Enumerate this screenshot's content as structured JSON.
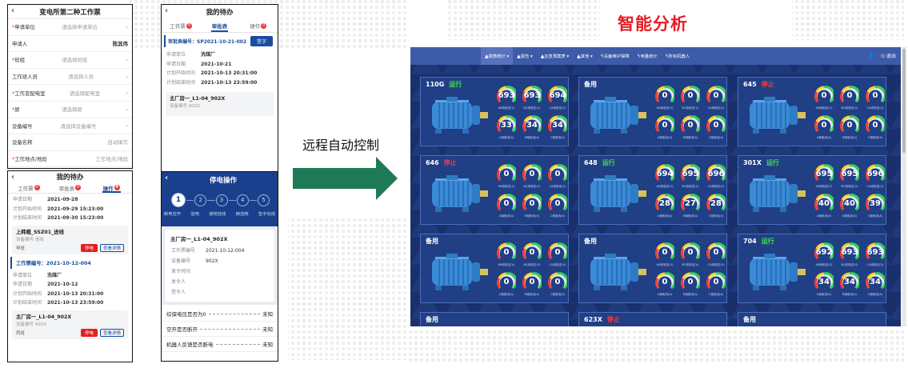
{
  "page": {
    "arrow_label": "远程自动控制",
    "dashboard_title": "智能分析"
  },
  "form": {
    "title": "变电所第二种工作票",
    "fields": [
      {
        "label": "申请单位",
        "value": "请选择申请单位",
        "required": true,
        "arrow": true,
        "dark": false
      },
      {
        "label": "申请人",
        "value": "陈其伟",
        "required": false,
        "arrow": false,
        "dark": true
      },
      {
        "label": "班组",
        "value": "请选择班组",
        "required": true,
        "arrow": true,
        "dark": false
      },
      {
        "label": "工作班人员",
        "value": "请选择人员",
        "required": false,
        "arrow": true,
        "dark": false
      },
      {
        "label": "工作变配电室",
        "value": "请选择配电室",
        "required": true,
        "arrow": true,
        "dark": false
      },
      {
        "label": "屏",
        "value": "请选择屏",
        "required": true,
        "arrow": true,
        "dark": false
      },
      {
        "label": "设备编号",
        "value": "请选择设备编号",
        "required": false,
        "arrow": true,
        "dark": false
      },
      {
        "label": "设备名称",
        "value": "自动填写",
        "required": false,
        "arrow": false,
        "dark": false
      },
      {
        "label": "工作地点/地段",
        "value": "工作地点/地段",
        "required": true,
        "arrow": false,
        "dark": false
      }
    ]
  },
  "todo_top": {
    "title": "我的待办",
    "tabs": [
      {
        "label": "工作票",
        "badge": "0",
        "active": false
      },
      {
        "label": "审批表",
        "badge": "",
        "active": true
      },
      {
        "label": "操作",
        "badge": "0",
        "active": false
      }
    ],
    "approval_label": "审批表编号：SP2021-10-21-002",
    "sign_button": "签字",
    "rows": [
      {
        "k": "申请单位",
        "v": "洗煤厂"
      },
      {
        "k": "申请日期",
        "v": "2021-10-21"
      },
      {
        "k": "计划开始时间",
        "v": "2021-10-13 20:31:00"
      },
      {
        "k": "计划结束时间",
        "v": "2021-10-13 23:59:00"
      }
    ],
    "card_name": "主厂房一_L1-04_902X",
    "card_meta": "设备编号     902X"
  },
  "todo_bottom": {
    "title": "我的待办",
    "tabs": [
      {
        "label": "工作票",
        "badge": "0",
        "active": false
      },
      {
        "label": "审批表",
        "badge": "0",
        "active": false
      },
      {
        "label": "操作",
        "badge": "4",
        "active": true
      }
    ],
    "rows_a": [
      {
        "k": "申请日期",
        "v": "2021-09-28"
      },
      {
        "k": "计划开始时间",
        "v": "2021-09-29 15:23:00"
      },
      {
        "k": "计划结束时间",
        "v": "2021-09-30 15:23:00"
      }
    ],
    "card_a": {
      "name": "上韩载_SSZ01_进线",
      "meta": "设备编号     进线",
      "who": "甲班",
      "btn1": "停电",
      "btn2": "查看详情"
    },
    "ticket_label": "工作票编号：2021-10-12-004",
    "rows_b": [
      {
        "k": "申请单位",
        "v": "洗煤厂"
      },
      {
        "k": "申请日期",
        "v": "2021-10-12"
      },
      {
        "k": "计划开始时间",
        "v": "2021-10-13 20:31:00"
      },
      {
        "k": "计划结束时间",
        "v": "2021-10-13 23:59:00"
      }
    ],
    "card_b": {
      "name": "主厂房一_L1-04_902X",
      "meta": "设备编号     902X",
      "who": "丙班",
      "btn1": "停电",
      "btn2": "查看详情"
    }
  },
  "power_off": {
    "title": "停电操作",
    "steps": [
      "1",
      "2",
      "3",
      "4",
      "5"
    ],
    "step_labels": [
      "断电空开",
      "验电",
      "接地挂线",
      "摘挂牌",
      "签字完成"
    ],
    "card_name": "主厂房一_L1-04_902X",
    "rows": [
      {
        "k": "工作票编号",
        "v": "2021-10-12-004"
      },
      {
        "k": "设备编号",
        "v": "902X"
      },
      {
        "k": "发令时间",
        "v": ""
      },
      {
        "k": "发令人",
        "v": ""
      },
      {
        "k": "受令人",
        "v": ""
      }
    ],
    "checks": [
      {
        "label": "综保电压是否为0",
        "value": "未知"
      },
      {
        "label": "空开是否断开",
        "value": "未知"
      },
      {
        "label": "机器人反馈是否断电",
        "value": "未知"
      }
    ]
  },
  "dashboard": {
    "nav": [
      "报表统计 ▾",
      "报告 ▾",
      "应急预案表 ▾",
      "其他 ▾",
      "设备维护保障",
      "电量统计",
      "所有机器人"
    ],
    "nav_right": [
      "退出"
    ],
    "motors": [
      {
        "name": "110G",
        "status": "运行",
        "running": true,
        "vals": [
          "693",
          "693",
          "694",
          "33",
          "34",
          "34"
        ]
      },
      {
        "name": "备用",
        "status": "",
        "running": false,
        "vals": [
          "0",
          "0",
          "0",
          "0",
          "0",
          "0"
        ]
      },
      {
        "name": "645",
        "status": "停止",
        "running": false,
        "vals": [
          "0",
          "0",
          "0",
          "0",
          "0",
          "0"
        ]
      },
      {
        "name": "646",
        "status": "停止",
        "running": false,
        "vals": [
          "0",
          "0",
          "0",
          "0",
          "0",
          "0"
        ]
      },
      {
        "name": "648",
        "status": "运行",
        "running": true,
        "vals": [
          "694",
          "695",
          "696",
          "28",
          "27",
          "28"
        ]
      },
      {
        "name": "301X",
        "status": "运行",
        "running": true,
        "vals": [
          "695",
          "695",
          "696",
          "40",
          "40",
          "39"
        ]
      },
      {
        "name": "备用",
        "status": "",
        "running": false,
        "vals": [
          "0",
          "0",
          "0",
          "0",
          "0",
          "0"
        ]
      },
      {
        "name": "备用",
        "status": "",
        "running": false,
        "vals": [
          "0",
          "0",
          "0",
          "0",
          "0",
          "0"
        ]
      },
      {
        "name": "704",
        "status": "运行",
        "running": true,
        "vals": [
          "692",
          "693",
          "693",
          "34",
          "34",
          "34"
        ]
      },
      {
        "name": "备用",
        "status": "",
        "running": false,
        "vals": []
      },
      {
        "name": "623X",
        "status": "停止",
        "running": false,
        "vals": []
      },
      {
        "name": "备用",
        "status": "",
        "running": false,
        "vals": []
      }
    ],
    "gauge_labels": [
      "AB线电压(V)",
      "BC线电压(V)",
      "CA线电压(V)",
      "A相电流(A)",
      "B相电流(A)",
      "C相电流(A)"
    ],
    "colors": {
      "running": "#3ee53e",
      "stopped": "#ff3a3a",
      "arrow": "#1e7a56"
    }
  }
}
